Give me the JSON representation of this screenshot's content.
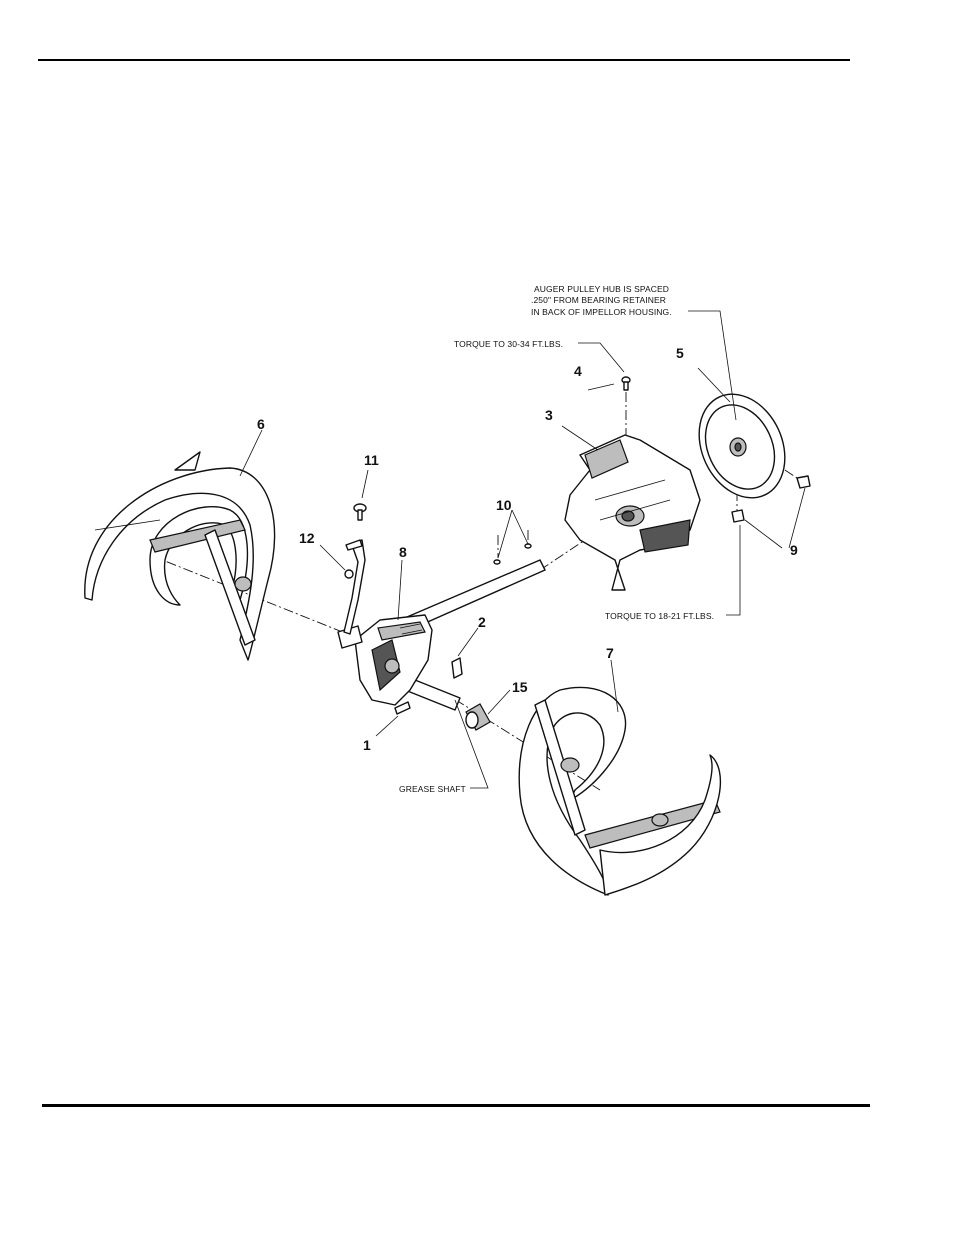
{
  "callouts": {
    "c1": "1",
    "c2": "2",
    "c3": "3",
    "c4": "4",
    "c5": "5",
    "c6": "6",
    "c7": "7",
    "c8": "8",
    "c9": "9",
    "c10": "10",
    "c11": "11",
    "c12": "12",
    "c15": "15"
  },
  "notes": {
    "pulley_line1": "AUGER PULLEY HUB IS SPACED",
    "pulley_line2": ".250\" FROM BEARING RETAINER",
    "pulley_line3": "IN BACK OF IMPELLOR HOUSING.",
    "torque_bolt": "TORQUE TO 30-34 FT.LBS.",
    "torque_nut": "TORQUE TO 18-21 FT.LBS.",
    "grease": "GREASE SHAFT"
  }
}
